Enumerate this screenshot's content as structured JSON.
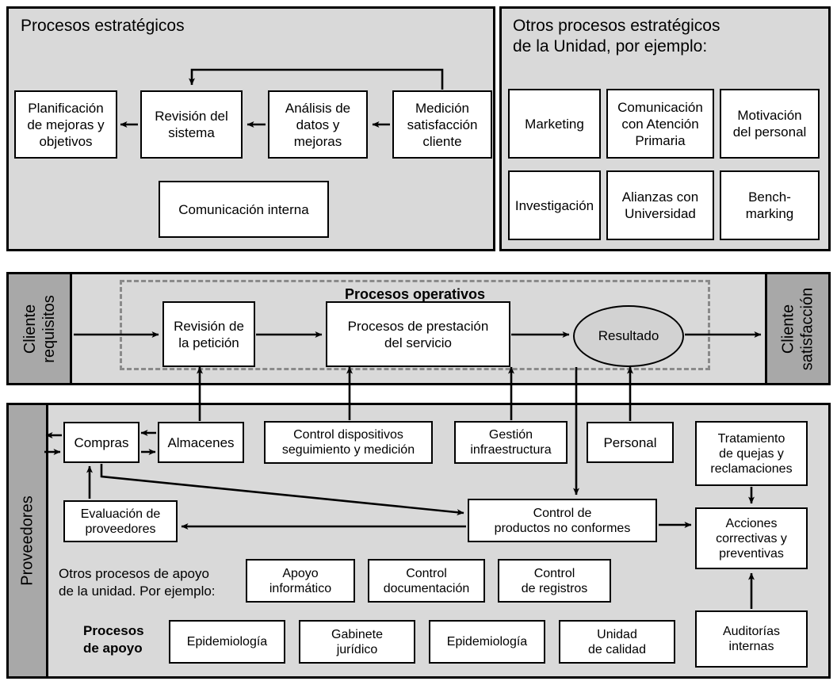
{
  "colors": {
    "panel_bg": "#d9d9d9",
    "sidebar_bg": "#a8a8a8",
    "box_bg": "#ffffff",
    "ellipse_bg": "#d2d2d2",
    "stroke": "#000000",
    "dashed_stroke": "#8a8a8a",
    "page_bg": "#ffffff"
  },
  "strategic_panel": {
    "title": "Procesos estratégicos",
    "boxes": [
      {
        "label": "Planificación\nde mejoras y\nobjetivos"
      },
      {
        "label": "Revisión del\nsistema"
      },
      {
        "label": "Análisis de\ndatos y\nmejoras"
      },
      {
        "label": "Medición\nsatisfacción\ncliente"
      },
      {
        "label": "Comunicación interna"
      }
    ]
  },
  "other_strategic_panel": {
    "title": "Otros procesos estratégicos\nde la Unidad, por ejemplo:",
    "boxes": [
      {
        "label": "Marketing"
      },
      {
        "label": "Comunicación\ncon Atención\nPrimaria"
      },
      {
        "label": "Motivación\ndel personal"
      },
      {
        "label": "Investigación"
      },
      {
        "label": "Alianzas con\nUniversidad"
      },
      {
        "label": "Bench-\nmarking"
      }
    ]
  },
  "operative_band": {
    "left_sidebar_label": "Cliente\nrequisitos",
    "right_sidebar_label": "Cliente\nsatisfacción",
    "dashed_title": "Procesos operativos",
    "boxes": [
      {
        "label": "Revisión de\nla petición"
      },
      {
        "label": "Procesos de prestación\ndel servicio"
      }
    ],
    "result_node": {
      "label": "Resultado",
      "shape": "ellipse"
    }
  },
  "support_panel": {
    "left_sidebar_label": "Proveedores",
    "boxes": [
      {
        "label": "Compras"
      },
      {
        "label": "Almacenes"
      },
      {
        "label": "Control dispositivos\nseguimiento y medición"
      },
      {
        "label": "Gestión\ninfraestructura"
      },
      {
        "label": "Personal"
      },
      {
        "label": "Tratamiento\nde quejas y\nreclamaciones"
      },
      {
        "label": "Evaluación de\nproveedores"
      },
      {
        "label": "Control de\nproductos no conformes"
      },
      {
        "label": "Acciones\ncorrectivas y\npreventivas"
      },
      {
        "label": "Auditorías\ninternas"
      }
    ],
    "other_support_text": "Otros procesos de apoyo\nde la unidad. Por ejemplo:",
    "support_group_label": "Procesos\nde apoyo",
    "other_support_boxes": [
      {
        "label": "Apoyo\ninformático"
      },
      {
        "label": "Control\ndocumentación"
      },
      {
        "label": "Control\nde registros"
      }
    ],
    "support_boxes": [
      {
        "label": "Epidemiología"
      },
      {
        "label": "Gabinete\njurídico"
      },
      {
        "label": "Epidemiología"
      },
      {
        "label": "Unidad\nde calidad"
      }
    ]
  }
}
